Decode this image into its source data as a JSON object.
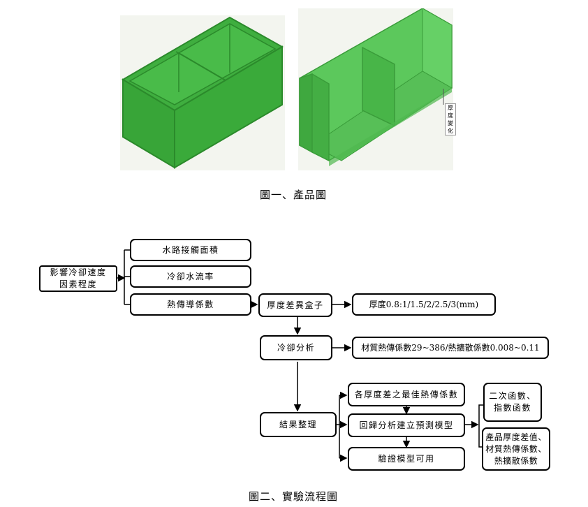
{
  "figure1": {
    "caption": "圖一、產品圖",
    "annotation": "厚度變化"
  },
  "figure2": {
    "caption": "圖二、實驗流程圖",
    "nodes": {
      "root": "影響冷卻速度\n因素程度",
      "water_contact": "水路接觸面積",
      "coolant_flow": "冷卻水流率",
      "heat_transfer": "熱傳導係數",
      "box": "厚度差異盒子",
      "thickness": "厚度0.8:1/1.5/2/2.5/3(mm)",
      "cooling": "冷卻分析",
      "material": "材質熱傳係數29~386/熱擴散係數0.008~0.11",
      "results": "結果整理",
      "best_coeff": "各厚度差之最佳熱傳係數",
      "regression": "回歸分析建立預測模型",
      "verify": "驗證模型可用",
      "funcs": "二次函數、\n指數函數",
      "product": "產品厚度差值、\n材質熱傳係數、\n熱擴散係數"
    }
  },
  "colors": {
    "box_green": "#3fae3f",
    "edge_green": "#2b8a2b",
    "panel_bg": "#f3f5ef"
  }
}
